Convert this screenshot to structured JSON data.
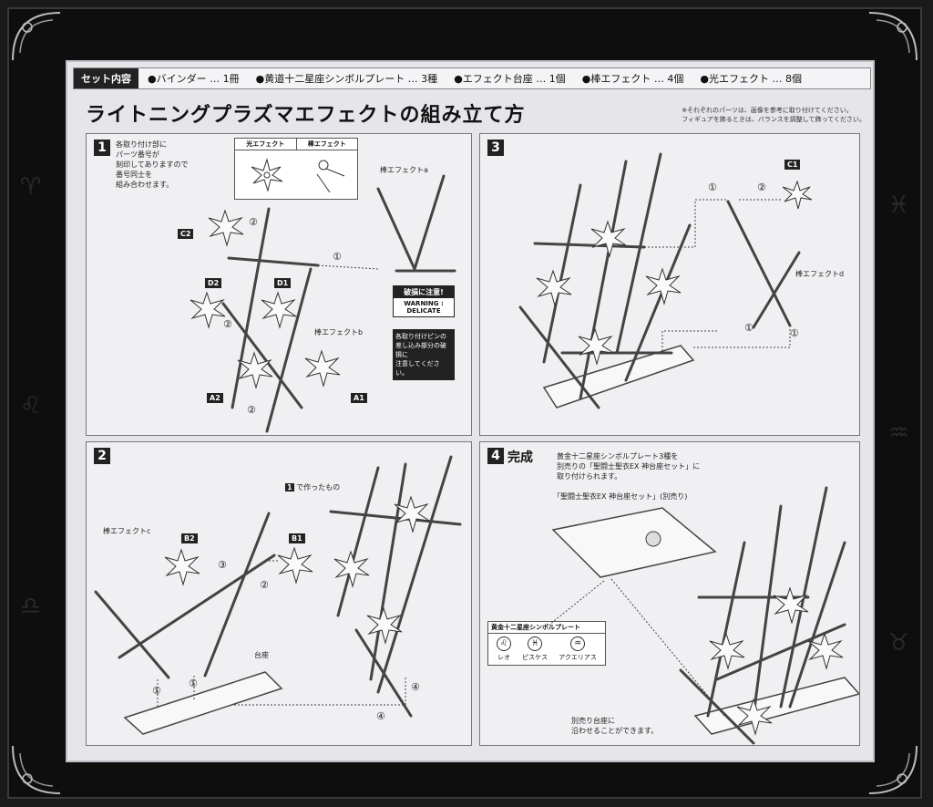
{
  "setbar": {
    "tag": "セット内容",
    "items": [
      "●バインダー … 1冊",
      "●黄道十二星座シンボルプレート … 3種",
      "●エフェクト台座 … 1個",
      "●棒エフェクト … 4個",
      "●光エフェクト … 8個"
    ]
  },
  "title": "ライトニングプラズマエフェクトの組み立て方",
  "notes": [
    "※それぞれのパーツは、画像を参考に取り付けてください。",
    "フィギュアを飾るときは、バランスを調整して飾ってください。"
  ],
  "step1": {
    "num": "1",
    "instruction": [
      "各取り付け部に",
      "パーツ番号が",
      "刻印してありますので",
      "番号同士を",
      "組み合わせます。"
    ],
    "legend_light": "光エフェクト",
    "legend_rod": "棒エフェクト",
    "rod_a": "棒エフェクトa",
    "rod_b": "棒エフェクトb",
    "labels": [
      "C2",
      "D2",
      "D1",
      "A2",
      "A1"
    ],
    "warning_head": "破損に注意!",
    "warning_body": [
      "WARNING :",
      "DELICATE"
    ],
    "note": [
      "各取り付けピンの",
      "差し込み部分の破損に",
      "注意してください。"
    ]
  },
  "step2": {
    "num": "2",
    "made_in_1": "で作ったもの",
    "made_ref": "1",
    "rod_c": "棒エフェクトc",
    "labels": [
      "B2",
      "B1"
    ],
    "base": "台座"
  },
  "step3": {
    "num": "3",
    "label_c1": "C1",
    "rod_d": "棒エフェクトd"
  },
  "step4": {
    "num": "4",
    "heading": "完成",
    "text": [
      "黄金十二星座シンボルプレート3種を",
      "別売りの「聖闘士聖衣EX 神台座セット」に",
      "取り付けられます。"
    ],
    "base_set": "「聖闘士聖衣EX 神台座セット」(別売り)",
    "plate_head": "黄金十二星座シンボルプレート",
    "plates": [
      "レオ",
      "ピスケス",
      "アクエリアス"
    ],
    "bottom": [
      "別売り台座に",
      "沿わせることができます。"
    ]
  },
  "marks": {
    "one": "①",
    "two": "②",
    "three": "③",
    "four": "④"
  }
}
